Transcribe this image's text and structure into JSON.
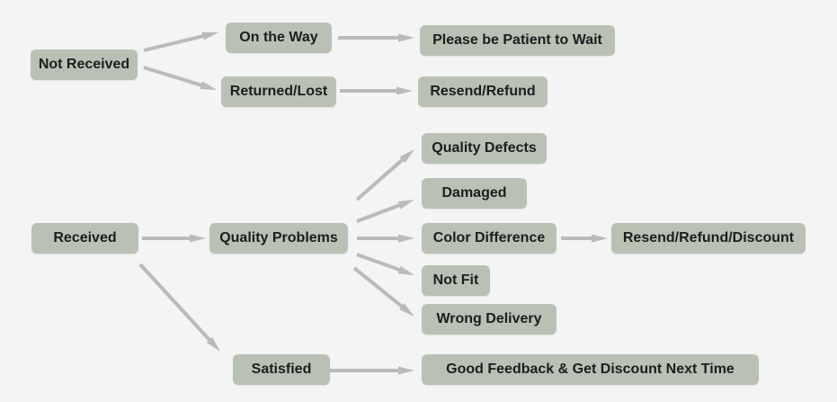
{
  "colors": {
    "node_fill": "#b9c1b5",
    "arrow": "#b8bcb6",
    "text": "#1d1d1d",
    "background": "#f4f4f4"
  },
  "nodes": {
    "not_received": "Not Received",
    "on_the_way": "On the Way",
    "please_wait": "Please be Patient to Wait",
    "returned_lost": "Returned/Lost",
    "resend_refund": "Resend/Refund",
    "received": "Received",
    "quality_problems": "Quality Problems",
    "quality_defects": "Quality Defects",
    "damaged": "Damaged",
    "color_difference": "Color Difference",
    "resend_refund_discount": "Resend/Refund/Discount",
    "not_fit": "Not Fit",
    "wrong_delivery": "Wrong Delivery",
    "satisfied": "Satisfied",
    "good_feedback": "Good Feedback & Get Discount Next Time"
  },
  "edges": [
    [
      "not_received",
      "on_the_way"
    ],
    [
      "not_received",
      "returned_lost"
    ],
    [
      "on_the_way",
      "please_wait"
    ],
    [
      "returned_lost",
      "resend_refund"
    ],
    [
      "received",
      "quality_problems"
    ],
    [
      "received",
      "satisfied"
    ],
    [
      "quality_problems",
      "quality_defects"
    ],
    [
      "quality_problems",
      "damaged"
    ],
    [
      "quality_problems",
      "color_difference"
    ],
    [
      "quality_problems",
      "not_fit"
    ],
    [
      "quality_problems",
      "wrong_delivery"
    ],
    [
      "color_difference",
      "resend_refund_discount"
    ],
    [
      "satisfied",
      "good_feedback"
    ]
  ]
}
